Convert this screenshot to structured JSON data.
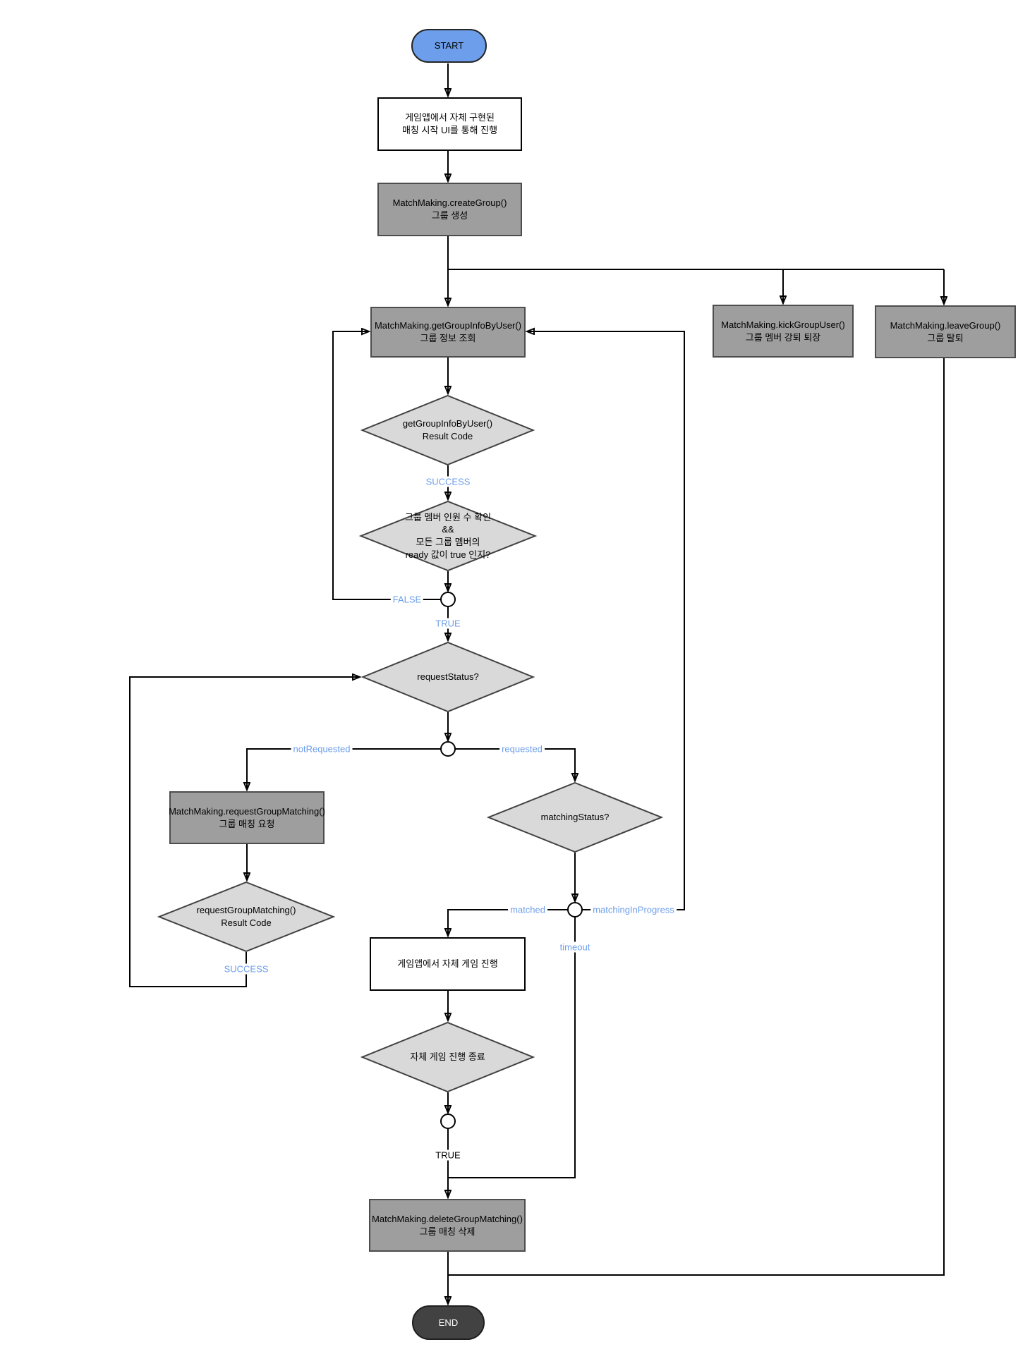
{
  "nodes": {
    "start": {
      "label": "START"
    },
    "self_ui": {
      "line1": "게임앱에서 자체 구현된",
      "line2": "매칭 시작 UI를 통해 진행"
    },
    "create_group": {
      "line1": "MatchMaking.createGroup()",
      "line2": "그룹 생성"
    },
    "get_group_info": {
      "line1": "MatchMaking.getGroupInfoByUser()",
      "line2": "그룹 정보 조회"
    },
    "kick_group_user": {
      "line1": "MatchMaking.kickGroupUser()",
      "line2": "그룹 멤버 강퇴 퇴장"
    },
    "leave_group": {
      "line1": "MatchMaking.leaveGroup()",
      "line2": "그룹 탈퇴"
    },
    "d_get_result": {
      "line1": "getGroupInfoByUser()",
      "line2": "Result Code"
    },
    "d_ready": {
      "line1": "그룹 멤버 인원 수 확인",
      "line2": "&&",
      "line3": "모든 그룹 멤버의",
      "line4": "ready 값이 true 인지?"
    },
    "d_request_status": {
      "line1": "requestStatus?"
    },
    "request_matching": {
      "line1": "MatchMaking.requestGroupMatching()",
      "line2": "그룹 매칭 요청"
    },
    "d_request_result": {
      "line1": "requestGroupMatching()",
      "line2": "Result Code"
    },
    "d_matching_status": {
      "line1": "matchingStatus?"
    },
    "self_game": {
      "line1": "게임앱에서 자체 게임 진행"
    },
    "d_game_end": {
      "line1": "자체 게임 진행 종료"
    },
    "delete_matching": {
      "line1": "MatchMaking.deleteGroupMatching()",
      "line2": "그룹 매칭 삭제"
    },
    "end": {
      "label": "END"
    }
  },
  "edge_labels": {
    "success1": "SUCCESS",
    "false1": "FALSE",
    "true1": "TRUE",
    "not_requested": "notRequested",
    "requested": "requested",
    "success2": "SUCCESS",
    "matched": "matched",
    "matching_in_progress": "matchingInProgress",
    "timeout": "timeout",
    "true2": "TRUE"
  },
  "colors": {
    "start_fill": "#6d9eeb",
    "end_fill": "#424242",
    "process_fill": "#9e9e9e",
    "decision_fill": "#d9d9d9",
    "label_blue": "#6d9eeb"
  }
}
